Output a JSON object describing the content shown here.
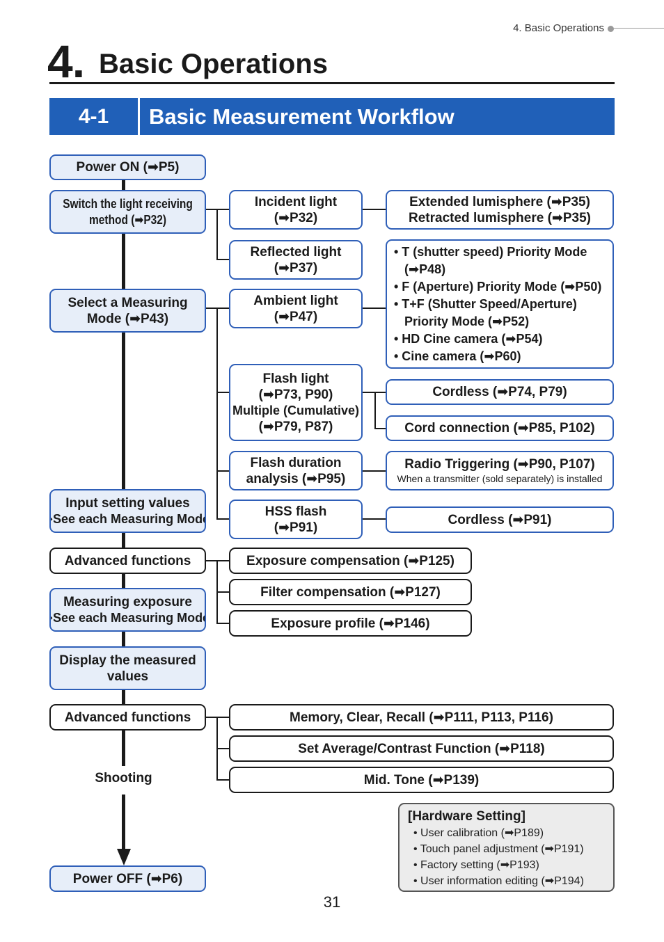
{
  "running_header": "4.  Basic Operations",
  "chapter": {
    "number": "4.",
    "title": "Basic Operations"
  },
  "section": {
    "number": "4-1",
    "title": "Basic Measurement Workflow"
  },
  "flow": {
    "power_on": "Power ON (➡P5)",
    "switch_method": [
      "Switch the light receiving",
      "method (➡P32)"
    ],
    "select_mode": [
      "Select a Measuring",
      "Mode (➡P43)"
    ],
    "input_values": [
      "Input setting values",
      "(➡See each Measuring Mode.)"
    ],
    "advanced_1": "Advanced functions",
    "measuring_exposure": [
      "Measuring exposure",
      "(➡See each Measuring Mode.)"
    ],
    "display_values": [
      "Display the measured",
      "values"
    ],
    "advanced_2": "Advanced functions",
    "shooting": "Shooting",
    "power_off": "Power OFF (➡P6)"
  },
  "methods": {
    "incident": [
      "Incident light",
      "(➡P32)"
    ],
    "reflected": [
      "Reflected light",
      "(➡P37)"
    ]
  },
  "lumisphere": [
    "Extended lumisphere (➡P35)",
    "Retracted lumisphere (➡P35)"
  ],
  "modes": {
    "ambient": [
      "Ambient light",
      "(➡P47)"
    ],
    "flash": [
      "Flash light",
      "(➡P73, P90)",
      "Multiple (Cumulative)",
      "(➡P79, P87)"
    ],
    "flash_duration": [
      "Flash duration",
      "analysis (➡P95)"
    ],
    "hss": [
      "HSS flash",
      "(➡P91)"
    ]
  },
  "priority_modes": [
    "• T (shutter speed) Priority Mode",
    "   (➡P48)",
    "• F (Aperture) Priority Mode (➡P50)",
    "• T+F (Shutter Speed/Aperture)",
    "   Priority Mode (➡P52)",
    "• HD Cine camera (➡P54)",
    "• Cine camera (➡P60)"
  ],
  "flash_options": {
    "cordless": "Cordless (➡P74, P79)",
    "cord": "Cord connection (➡P85, P102)",
    "radio": "Radio Triggering (➡P90, P107)",
    "radio_note": "When a transmitter (sold separately) is installed",
    "hss_cordless": "Cordless (➡P91)"
  },
  "advanced_functions_1": [
    "Exposure compensation (➡P125)",
    "Filter compensation (➡P127)",
    "Exposure profile (➡P146)"
  ],
  "advanced_functions_2": [
    "Memory, Clear, Recall (➡P111, P113, P116)",
    "Set Average/Contrast Function (➡P118)",
    "Mid. Tone (➡P139)"
  ],
  "hardware_setting": {
    "title": "[Hardware Setting]",
    "items": [
      "• User calibration (➡P189)",
      "• Touch panel adjustment (➡P191)",
      "• Factory setting (➡P193)",
      "• User information editing (➡P194)"
    ]
  },
  "page_number": "31"
}
